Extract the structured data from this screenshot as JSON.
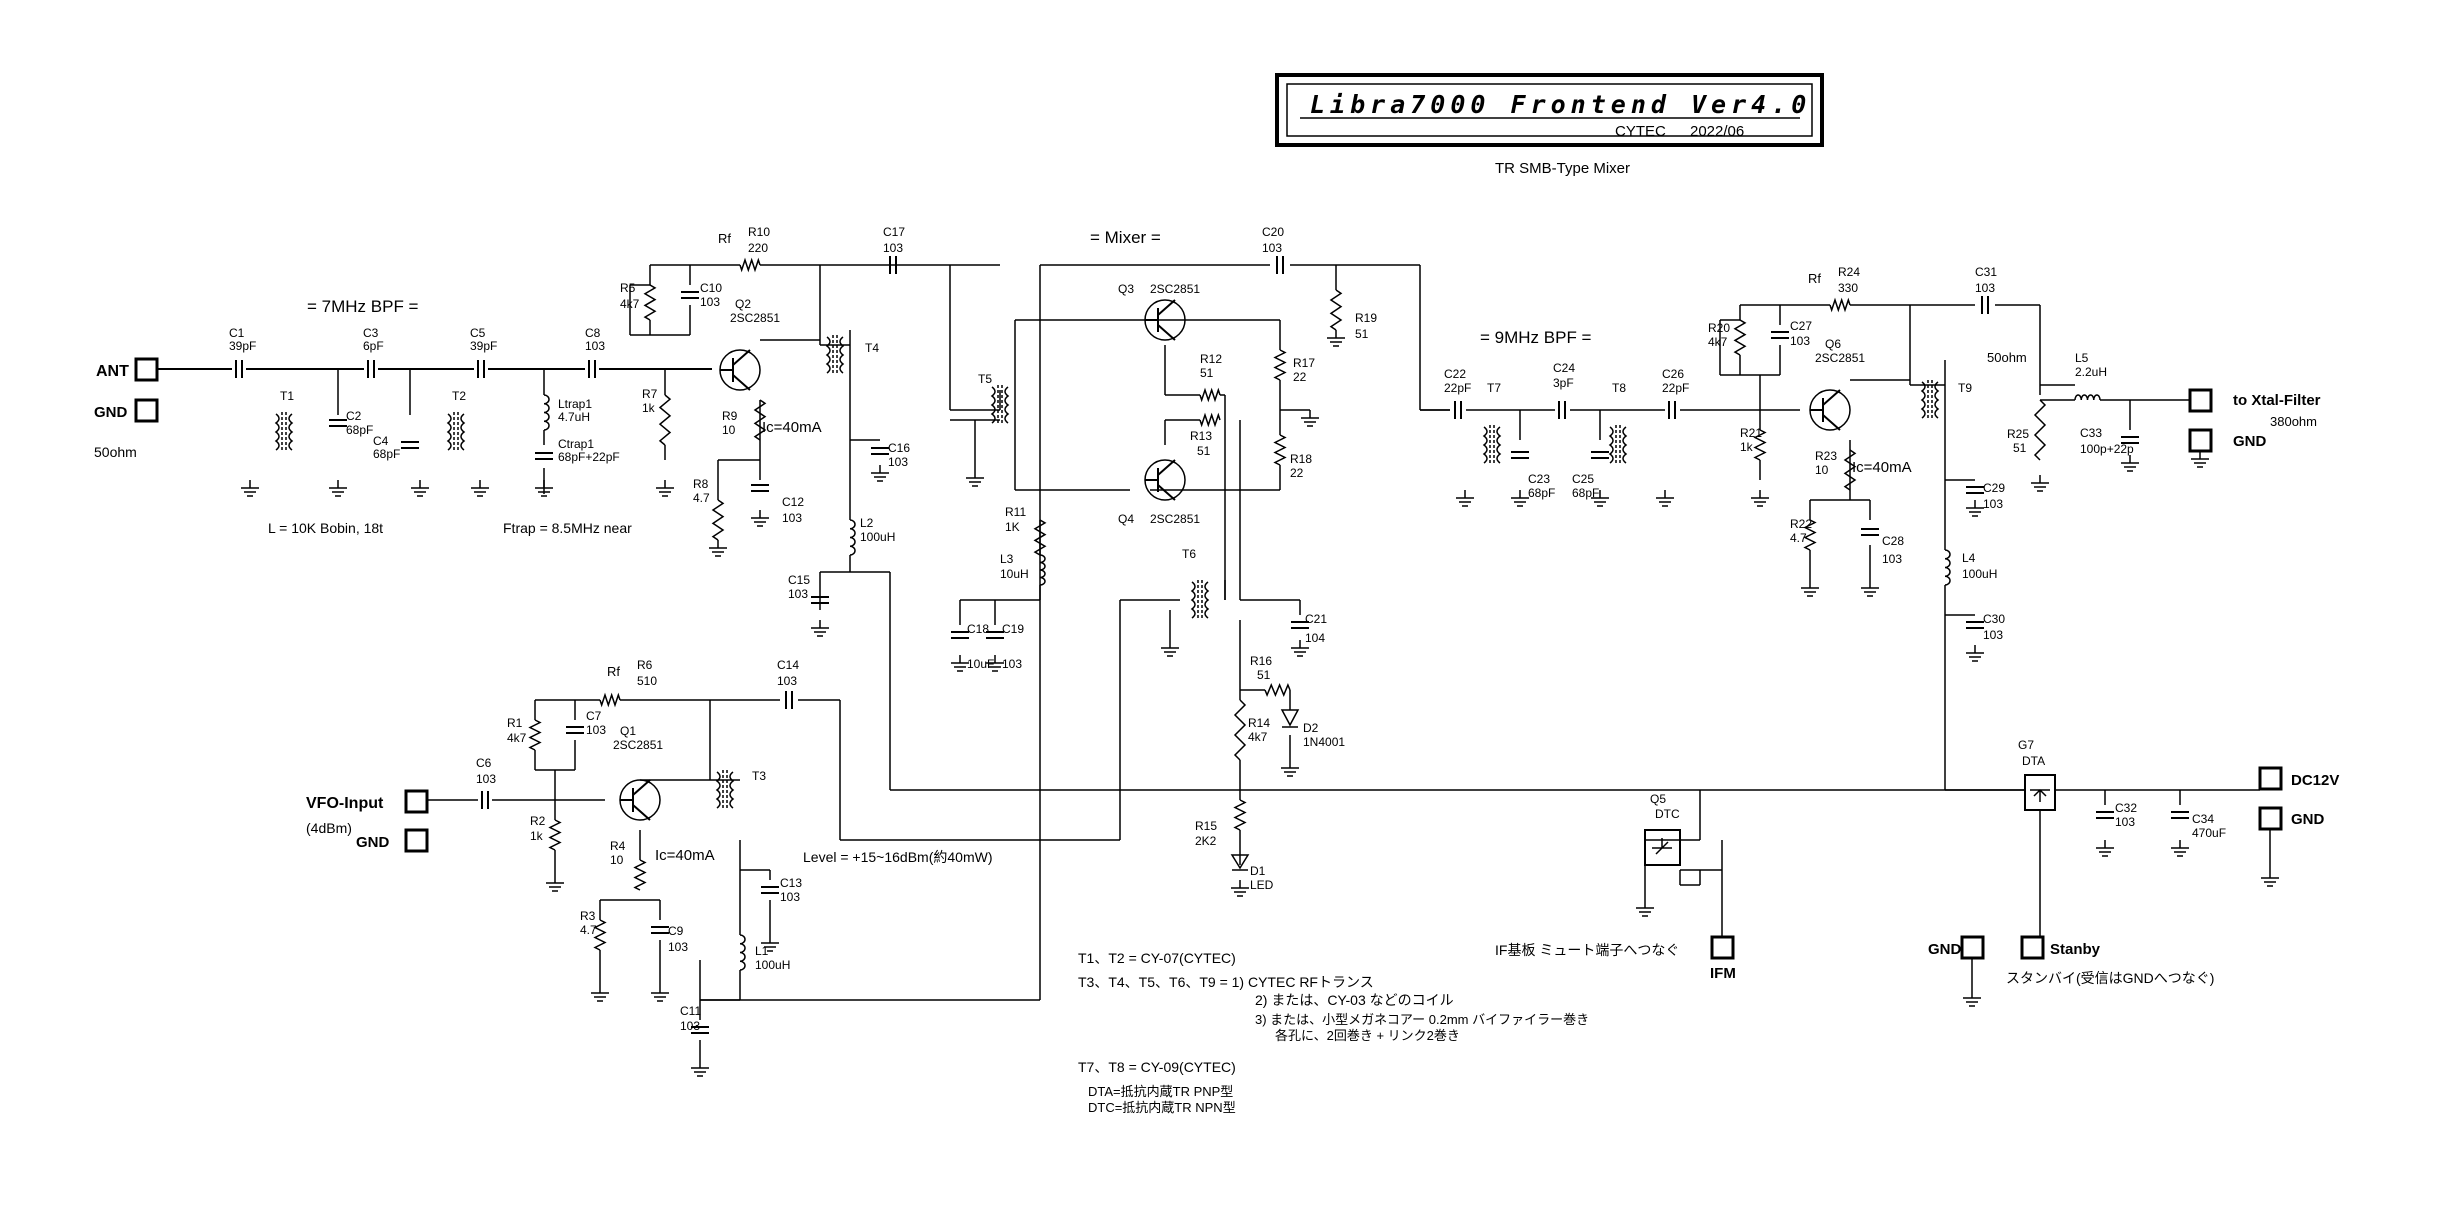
{
  "title": {
    "main": "Libra7000 Frontend Ver4.0",
    "maker": "CYTEC",
    "date": "2022/06",
    "subtitle": "TR SMB-Type Mixer"
  },
  "sections": {
    "bpf7": "=  7MHz  BPF  =",
    "mixer": "=  Mixer  =",
    "bpf9": "=  9MHz  BPF  ="
  },
  "ports": {
    "ant": "ANT",
    "gnd": "GND",
    "ohm50": "50ohm",
    "vfo": "VFO-Input",
    "vfo_level": "(4dBm)",
    "xtal": "to  Xtal-Filter",
    "ohm380": "380ohm",
    "ohm50b": "50ohm",
    "dc12v": "DC12V",
    "ifm": "IFM",
    "stanby": "Stanby"
  },
  "notes": {
    "coil": "L = 10K Bobin,  18t",
    "ftrap": "Ftrap = 8.5MHz near",
    "level": "Level  =  +15~16dBm(約40mW)",
    "ic40": "Ic=40mA",
    "if_board": "IF基板  ミュート端子へつなぐ",
    "standby": "スタンバイ(受信はGNDへつなぐ)",
    "t1t2": "T1、T2  =  CY-07(CYTEC)",
    "t3t9": "T3、T4、T5、T6、T9   =  1) CYTEC   RFトランス",
    "t3t9_2": "2) または、CY-03  などのコイル",
    "t3t9_3": "3) または、小型メガネコアー  0.2mm  バイファイラー巻き",
    "t3t9_4": "各孔に、2回巻き  +  リンク2巻き",
    "t7t8": "T7、T8  =  CY-09(CYTEC)",
    "dta": "DTA=抵抗内蔵TR  PNP型",
    "dtc": "DTC=抵抗内蔵TR  NPN型"
  },
  "components": {
    "C1": [
      "C1",
      "39pF"
    ],
    "C2": [
      "C2",
      "68pF"
    ],
    "C3": [
      "C3",
      "6pF"
    ],
    "C4": [
      "C4",
      "68pF"
    ],
    "C5": [
      "C5",
      "39pF"
    ],
    "C6": [
      "C6",
      "103"
    ],
    "C7": [
      "C7",
      "103"
    ],
    "C8": [
      "C8",
      "103"
    ],
    "C9": [
      "C9",
      "103"
    ],
    "C10": [
      "C10",
      "103"
    ],
    "C11": [
      "C11",
      "103"
    ],
    "C12": [
      "C12",
      "103"
    ],
    "C13": [
      "C13",
      "103"
    ],
    "C14": [
      "C14",
      "103"
    ],
    "C15": [
      "C15",
      "103"
    ],
    "C16": [
      "C16",
      "103"
    ],
    "C17": [
      "C17",
      "103"
    ],
    "C18": [
      "C18",
      "10uF"
    ],
    "C19": [
      "C19",
      "103"
    ],
    "C20": [
      "C20",
      "103"
    ],
    "C21": [
      "C21",
      "104"
    ],
    "C22": [
      "C22",
      "22pF"
    ],
    "C23": [
      "C23",
      "68pF"
    ],
    "C24": [
      "C24",
      "3pF"
    ],
    "C25": [
      "C25",
      "68pF"
    ],
    "C26": [
      "C26",
      "22pF"
    ],
    "C27": [
      "C27",
      "103"
    ],
    "C28": [
      "C28",
      "103"
    ],
    "C29": [
      "C29",
      "103"
    ],
    "C30": [
      "C30",
      "103"
    ],
    "C31": [
      "C31",
      "103"
    ],
    "C32": [
      "C32",
      "103"
    ],
    "C33": [
      "C33",
      "100p+22p"
    ],
    "C34": [
      "C34",
      "470uF"
    ],
    "Ctrap1": [
      "Ctrap1",
      "68pF+22pF"
    ],
    "Ltrap1": [
      "Ltrap1",
      "4.7uH"
    ],
    "R1": [
      "R1",
      "4k7"
    ],
    "R2": [
      "R2",
      "1k"
    ],
    "R3": [
      "R3",
      "4.7"
    ],
    "R4": [
      "R4",
      "10"
    ],
    "R5": [
      "R5",
      "4k7"
    ],
    "R6": [
      "R6",
      "510"
    ],
    "R7": [
      "R7",
      "1k"
    ],
    "R8": [
      "R8",
      "4.7"
    ],
    "R9": [
      "R9",
      "10"
    ],
    "R10": [
      "R10",
      "220"
    ],
    "R11": [
      "R11",
      "1K"
    ],
    "R12": [
      "R12",
      "51"
    ],
    "R13": [
      "R13",
      "51"
    ],
    "R14": [
      "R14",
      "4k7"
    ],
    "R15": [
      "R15",
      "2K2"
    ],
    "R16": [
      "R16",
      "51"
    ],
    "R17": [
      "R17",
      "22"
    ],
    "R18": [
      "R18",
      "22"
    ],
    "R19": [
      "R19",
      "51"
    ],
    "R20": [
      "R20",
      "4k7"
    ],
    "R21": [
      "R21",
      "1k"
    ],
    "R22": [
      "R22",
      "4.7"
    ],
    "R23": [
      "R23",
      "10"
    ],
    "R24": [
      "R24",
      "330"
    ],
    "R25": [
      "R25",
      "51"
    ],
    "L1": [
      "L1",
      "100uH"
    ],
    "L2": [
      "L2",
      "100uH"
    ],
    "L3": [
      "L3",
      "10uH"
    ],
    "L4": [
      "L4",
      "100uH"
    ],
    "L5": [
      "L5",
      "2.2uH"
    ],
    "Q1": [
      "Q1",
      "2SC2851"
    ],
    "Q2": [
      "Q2",
      "2SC2851"
    ],
    "Q3": [
      "Q3",
      "2SC2851"
    ],
    "Q4": [
      "Q4",
      "2SC2851"
    ],
    "Q6": [
      "Q6",
      "2SC2851"
    ],
    "Q5": [
      "Q5",
      "DTC"
    ],
    "G7": [
      "G7",
      "DTA"
    ],
    "D1": [
      "D1",
      "LED"
    ],
    "D2": [
      "D2",
      "1N4001"
    ],
    "T1": "T1",
    "T2": "T2",
    "T3": "T3",
    "T4": "T4",
    "T5": "T5",
    "T6": "T6",
    "T7": "T7",
    "T8": "T8",
    "T9": "T9",
    "Rf": "Rf"
  }
}
